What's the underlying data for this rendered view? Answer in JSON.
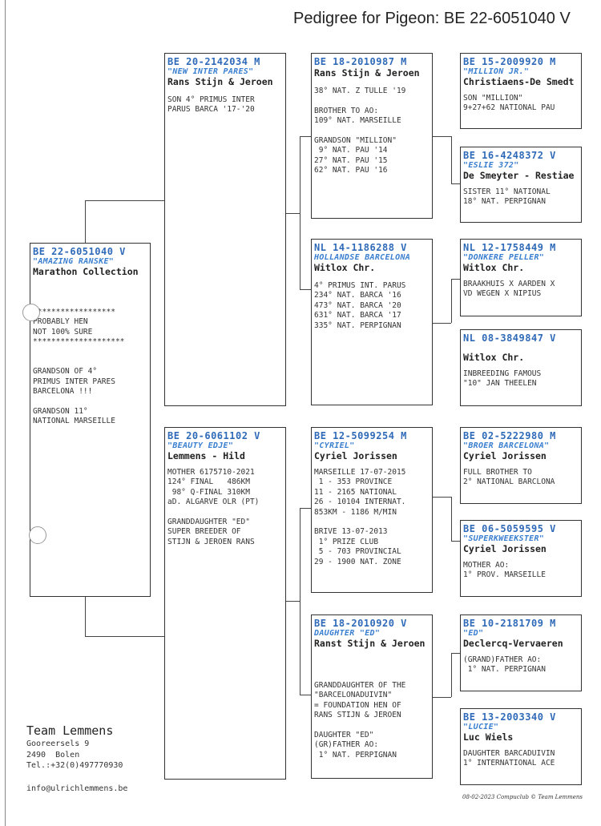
{
  "title": "Pedigree for Pigeon: BE  22-6051040 V",
  "subject": {
    "ring": "BE  22-6051040 V",
    "nick": "\"AMAZING RANSKE\"",
    "owner": "Marathon Collection",
    "info": "******************\nPROBABLY HEN\nNOT 100% SURE\n********************\n\n\nGRANDSON OF 4°\nPRIMUS INTER PARES\nBARCELONA !!!\n\nGRANDSON 11°\nNATIONAL MARSEILLE"
  },
  "sire": {
    "ring": "BE  20-2142034 M",
    "nick": "\"NEW INTER PARES\"",
    "owner": "Rans Stijn & Jeroen",
    "info": "SON 4° PRIMUS INTER\nPARUS BARCA '17-'20"
  },
  "dam": {
    "ring": "BE  20-6061102 V",
    "nick": "\"BEAUTY EDJE\"",
    "owner": "Lemmens - Hild",
    "info": "MOTHER 6175710-2021\n124° FINAL   486KM\n 98° Q-FINAL 310KM\naD. ALGARVE OLR (PT)\n\nGRANDDAUGHTER \"ED\"\nSUPER BREEDER OF\nSTIJN & JEROEN RANS"
  },
  "ss": {
    "ring": "BE  18-2010987 M",
    "nick": "",
    "owner": "Rans Stijn & Jeroen",
    "info": "38° NAT. Z TULLE '19\n\nBROTHER TO AO:\n109° NAT. MARSEILLE\n\nGRANDSON \"MILLION\"\n 9° NAT. PAU '14\n27° NAT. PAU '15\n62° NAT. PAU '16"
  },
  "sd": {
    "ring": "NL  14-1186288 V",
    "nick": "HOLLANDSE BARCELONA",
    "owner": "Witlox Chr.",
    "info": "4° PRIMUS INT. PARUS\n234° NAT. BARCA '16\n473° NAT. BARCA '20\n631° NAT. BARCA '17\n335° NAT. PERPIGNAN"
  },
  "ds": {
    "ring": "BE  12-5099254 M",
    "nick": "\"CYRIEL\"",
    "owner": "Cyriel Jorissen",
    "info": "MARSEILLE 17-07-2015\n 1 - 353 PROVINCE\n11 - 2165 NATIONAL\n26 - 10104 INTERNAT.\n853KM - 1186 M/MIN\n\nBRIVE 13-07-2013\n 1° PRIZE CLUB\n 5 - 703 PROVINCIAL\n29 - 1900 NAT. ZONE"
  },
  "dd": {
    "ring": "BE  18-2010920 V",
    "nick": "DAUGHTER \"ED\"",
    "owner": "Ranst Stijn & Jeroen",
    "info": "GRANDDAUGHTER OF THE\n\"BARCELONADUIVIN\"\n= FOUNDATION HEN OF\nRANS STIJN & JEROEN\n\nDAUGHTER \"ED\"\n(GR)FATHER AO:\n 1° NAT. PERPIGNAN"
  },
  "sss": {
    "ring": "BE  15-2009920 M",
    "nick": "\"MILLION JR.\"",
    "owner": "Christiaens-De Smedt",
    "info": "SON \"MILLION\"\n9+27+62 NATIONAL PAU"
  },
  "ssd": {
    "ring": "BE  16-4248372 V",
    "nick": "\"ESLIE 372\"",
    "owner": "De Smeyter - Restiae",
    "info": "SISTER 11° NATIONAL\n18° NAT. PERPIGNAN"
  },
  "sds": {
    "ring": "NL  12-1758449 M",
    "nick": "\"DONKERE PELLER\"",
    "owner": "Witlox Chr.",
    "info": "BRAAKHUIS X AARDEN X\nVD WEGEN X NIPIUS"
  },
  "sdd": {
    "ring": "NL  08-3849847 V",
    "nick": "",
    "owner": "Witlox Chr.",
    "info": "INBREEDING FAMOUS\n\"10\" JAN THEELEN"
  },
  "dss": {
    "ring": "BE  02-5222980 M",
    "nick": "\"BROER BARCELONA\"",
    "owner": "Cyriel Jorissen",
    "info": "FULL BROTHER TO\n2° NATIONAL BARCLONA"
  },
  "dsd": {
    "ring": "BE  06-5059595 V",
    "nick": "\"SUPERKWEEKSTER\"",
    "owner": "Cyriel Jorissen",
    "info": "MOTHER AO:\n1° PROV. MARSEILLE"
  },
  "dds": {
    "ring": "BE  10-2181709 M",
    "nick": "\"ED\"",
    "owner": "Declercq-Vervaeren",
    "info": "(GRAND)FATHER AO:\n 1° NAT. PERPIGNAN"
  },
  "ddd": {
    "ring": "BE  13-2003340 V",
    "nick": "\"LUCIE\"",
    "owner": "Luc Wiels",
    "info": "DAUGHTER BARCADUIVIN\n1° INTERNATIONAL ACE"
  },
  "footer": {
    "name": "Team Lemmens",
    "address": "Gooreersels 9\n2490  Bolen\nTel.:+32(0)497770930",
    "email": "info@ulrichlemmens.be",
    "right": "08-02-2023   Compuclub © Team Lemmens"
  }
}
